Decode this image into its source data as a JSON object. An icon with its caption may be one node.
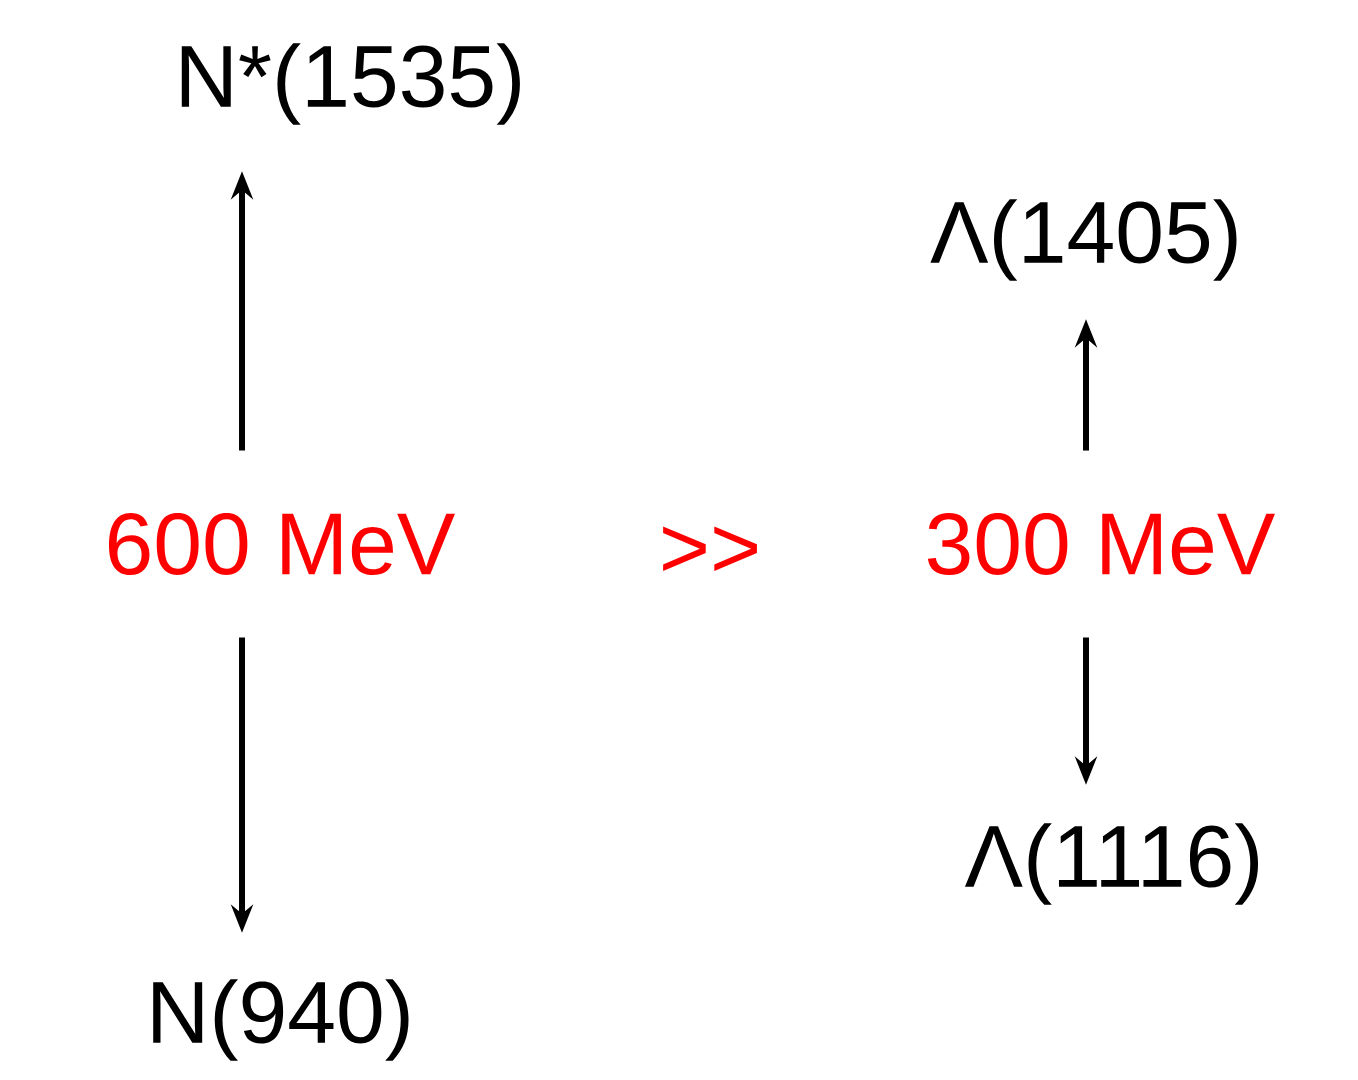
{
  "diagram": {
    "nodes": [
      {
        "text": [
          "N*(1535)"
        ]
      },
      {
        "text": [
          "600 MeV"
        ]
      },
      {
        "text": [
          "N(940)"
        ]
      },
      {
        "text": [
          "Λ(1405)"
        ]
      },
      {
        "text": [
          "300 MeV"
        ]
      },
      {
        "text": [
          "Λ(1116)"
        ]
      }
    ],
    "edges": [
      {
        "from": 1,
        "to": 0,
        "arrow": "to"
      },
      {
        "from": 1,
        "to": 2,
        "arrow": "to"
      },
      {
        "from": 4,
        "to": 3,
        "arrow": "to"
      },
      {
        "from": 4,
        "to": 5,
        "arrow": "to"
      }
    ],
    "labels": [
      ">>"
    ]
  }
}
